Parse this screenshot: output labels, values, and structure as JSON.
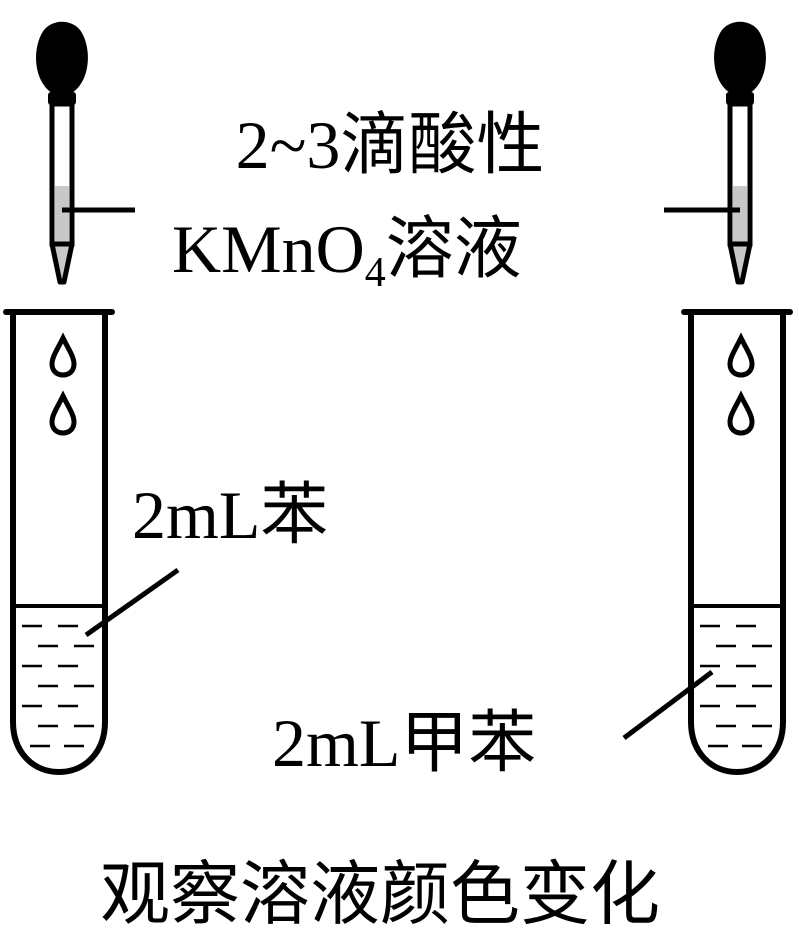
{
  "reagent_label": {
    "line1": "2~3滴酸性",
    "line2_prefix": "KMnO",
    "line2_subscript": "4",
    "line2_suffix": "溶液"
  },
  "left_tube": {
    "label": "2mL苯"
  },
  "right_tube": {
    "label": "2mL甲苯"
  },
  "caption": "观察溶液颜色变化",
  "colors": {
    "ink": "#000000",
    "dropper_liquid": "#c8c8c8",
    "background": "#ffffff"
  }
}
